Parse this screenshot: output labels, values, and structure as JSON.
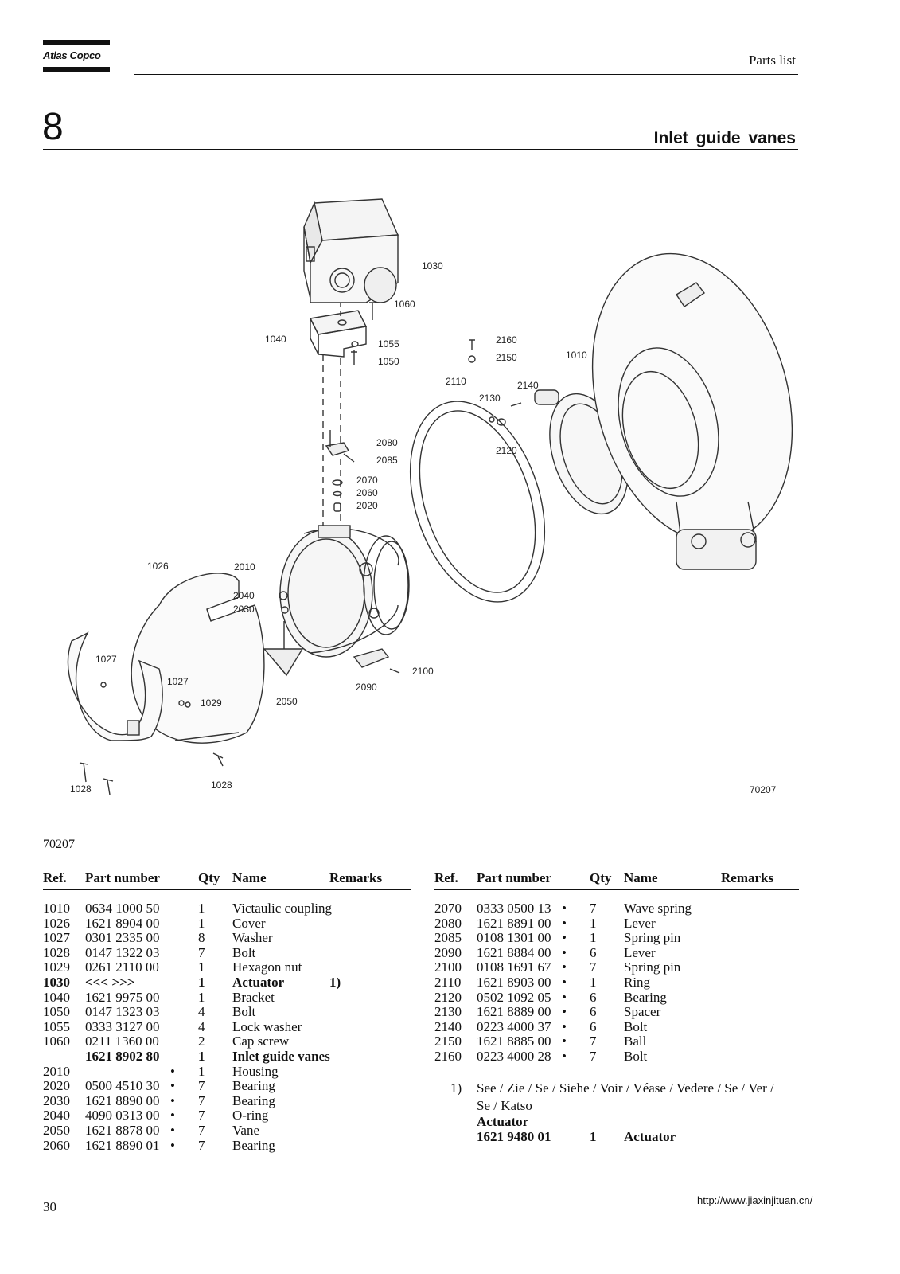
{
  "header": {
    "brand": "Atlas Copco",
    "doc_type": "Parts list"
  },
  "section": {
    "number": "8",
    "title": "Inlet guide vanes"
  },
  "figure": {
    "drawing_code": "70207",
    "callouts": [
      "1030",
      "1060",
      "1040",
      "1055",
      "1050",
      "2160",
      "2150",
      "1010",
      "2110",
      "2140",
      "2130",
      "2080",
      "2085",
      "2120",
      "2070",
      "2060",
      "2020",
      "1026",
      "2010",
      "2040",
      "2030",
      "2100",
      "1027",
      "1027",
      "1029",
      "2090",
      "2050",
      "1028",
      "1028"
    ]
  },
  "figure_code": "70207",
  "table": {
    "columns": [
      "Ref.",
      "Part number",
      "Qty",
      "Name",
      "Remarks"
    ],
    "left_rows": [
      {
        "ref": "1010",
        "part": "0634 1000 50",
        "bullet": "",
        "qty": "1",
        "name": "Victaulic coupling",
        "remarks": "",
        "bold": false
      },
      {
        "ref": "1026",
        "part": "1621 8904 00",
        "bullet": "",
        "qty": "1",
        "name": "Cover",
        "remarks": "",
        "bold": false
      },
      {
        "ref": "1027",
        "part": "0301 2335 00",
        "bullet": "",
        "qty": "8",
        "name": "Washer",
        "remarks": "",
        "bold": false
      },
      {
        "ref": "1028",
        "part": "0147 1322 03",
        "bullet": "",
        "qty": "7",
        "name": "Bolt",
        "remarks": "",
        "bold": false
      },
      {
        "ref": "1029",
        "part": "0261 2110 00",
        "bullet": "",
        "qty": "1",
        "name": "Hexagon nut",
        "remarks": "",
        "bold": false
      },
      {
        "ref": "1030",
        "part": "<<< >>>",
        "bullet": "",
        "qty": "1",
        "name": "Actuator",
        "remarks": "1)",
        "bold": true
      },
      {
        "ref": "1040",
        "part": "1621 9975 00",
        "bullet": "",
        "qty": "1",
        "name": "Bracket",
        "remarks": "",
        "bold": false
      },
      {
        "ref": "1050",
        "part": "0147 1323 03",
        "bullet": "",
        "qty": "4",
        "name": "Bolt",
        "remarks": "",
        "bold": false
      },
      {
        "ref": "1055",
        "part": "0333 3127 00",
        "bullet": "",
        "qty": "4",
        "name": "Lock washer",
        "remarks": "",
        "bold": false
      },
      {
        "ref": "1060",
        "part": "0211 1360 00",
        "bullet": "",
        "qty": "2",
        "name": "Cap screw",
        "remarks": "",
        "bold": false
      },
      {
        "ref": "",
        "part": "1621 8902 80",
        "bullet": "",
        "qty": "1",
        "name": "Inlet guide vanes",
        "remarks": "",
        "bold": true
      },
      {
        "ref": "2010",
        "part": "",
        "bullet": "•",
        "qty": "1",
        "name": "Housing",
        "remarks": "",
        "bold": false
      },
      {
        "ref": "2020",
        "part": "0500 4510 30",
        "bullet": "•",
        "qty": "7",
        "name": "Bearing",
        "remarks": "",
        "bold": false
      },
      {
        "ref": "2030",
        "part": "1621 8890 00",
        "bullet": "•",
        "qty": "7",
        "name": "Bearing",
        "remarks": "",
        "bold": false
      },
      {
        "ref": "2040",
        "part": "4090 0313 00",
        "bullet": "•",
        "qty": "7",
        "name": "O-ring",
        "remarks": "",
        "bold": false
      },
      {
        "ref": "2050",
        "part": "1621 8878 00",
        "bullet": "•",
        "qty": "7",
        "name": "Vane",
        "remarks": "",
        "bold": false
      },
      {
        "ref": "2060",
        "part": "1621 8890 01",
        "bullet": "•",
        "qty": "7",
        "name": "Bearing",
        "remarks": "",
        "bold": false
      }
    ],
    "right_rows": [
      {
        "ref": "2070",
        "part": "0333 0500 13",
        "bullet": "•",
        "qty": "7",
        "name": "Wave spring",
        "remarks": "",
        "bold": false
      },
      {
        "ref": "2080",
        "part": "1621 8891 00",
        "bullet": "•",
        "qty": "1",
        "name": "Lever",
        "remarks": "",
        "bold": false
      },
      {
        "ref": "2085",
        "part": "0108 1301 00",
        "bullet": "•",
        "qty": "1",
        "name": "Spring pin",
        "remarks": "",
        "bold": false
      },
      {
        "ref": "2090",
        "part": "1621 8884 00",
        "bullet": "•",
        "qty": "6",
        "name": "Lever",
        "remarks": "",
        "bold": false
      },
      {
        "ref": "2100",
        "part": "0108 1691 67",
        "bullet": "•",
        "qty": "7",
        "name": "Spring pin",
        "remarks": "",
        "bold": false
      },
      {
        "ref": "2110",
        "part": "1621 8903 00",
        "bullet": "•",
        "qty": "1",
        "name": "Ring",
        "remarks": "",
        "bold": false
      },
      {
        "ref": "2120",
        "part": "0502 1092 05",
        "bullet": "•",
        "qty": "6",
        "name": "Bearing",
        "remarks": "",
        "bold": false
      },
      {
        "ref": "2130",
        "part": "1621 8889 00",
        "bullet": "•",
        "qty": "6",
        "name": "Spacer",
        "remarks": "",
        "bold": false
      },
      {
        "ref": "2140",
        "part": "0223 4000 37",
        "bullet": "•",
        "qty": "6",
        "name": "Bolt",
        "remarks": "",
        "bold": false
      },
      {
        "ref": "2150",
        "part": "1621 8885 00",
        "bullet": "•",
        "qty": "7",
        "name": "Ball",
        "remarks": "",
        "bold": false
      },
      {
        "ref": "2160",
        "part": "0223 4000 28",
        "bullet": "•",
        "qty": "7",
        "name": "Bolt",
        "remarks": "",
        "bold": false
      }
    ]
  },
  "footnote": {
    "marker": "1)",
    "text_line1": "See / Zie / Se / Siehe / Voir / Véase / Vedere / Se / Ver /",
    "text_line2": "Se / Katso",
    "label": "Actuator",
    "part": "1621 9480 01",
    "qty": "1",
    "name": "Actuator"
  },
  "footer": {
    "page_number": "30",
    "url": "http://www.jiaxinjituan.cn/"
  }
}
